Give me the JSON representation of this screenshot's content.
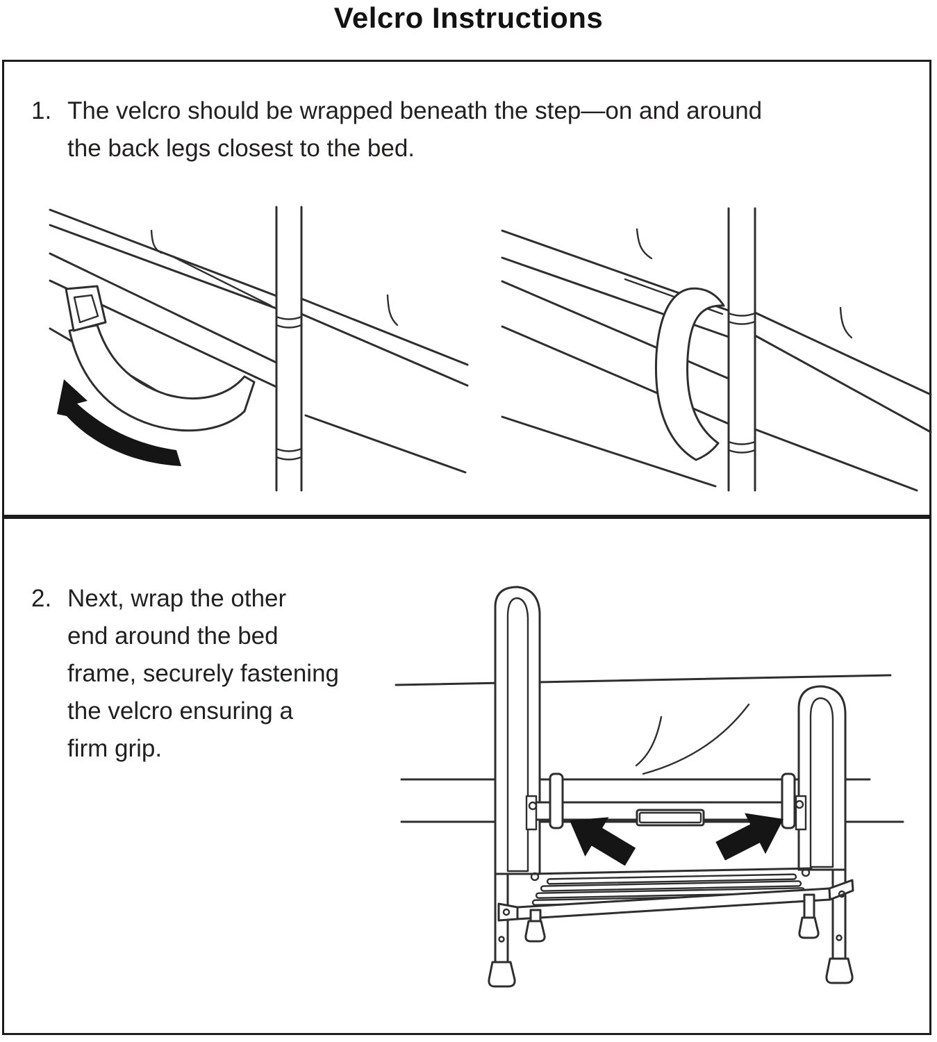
{
  "page": {
    "title": "Velcro Instructions"
  },
  "colors": {
    "ink": "#2e2e2e",
    "text": "#221f1f",
    "arrow": "#151515",
    "border": "#1c1c1c",
    "background": "#ffffff"
  },
  "steps": [
    {
      "number": "1.",
      "text": "The velcro should be wrapped beneath the step—on and around\nthe back legs closest to the bed."
    },
    {
      "number": "2.",
      "text": "Next, wrap the other\nend around the bed\nframe, securely fastening\nthe velcro ensuring a\nfirm grip."
    }
  ],
  "figures": [
    {
      "name": "strap-hanging-under-step",
      "alt": "Velcro strap hanging beneath the step rail, arrow showing wrap direction"
    },
    {
      "name": "strap-wrapped-around-rail",
      "alt": "Velcro strap wrapped around the step rail and back leg"
    },
    {
      "name": "step-stool-fastened-to-bed",
      "alt": "Step stool at bed frame with two velcro straps indicated by arrows"
    }
  ]
}
